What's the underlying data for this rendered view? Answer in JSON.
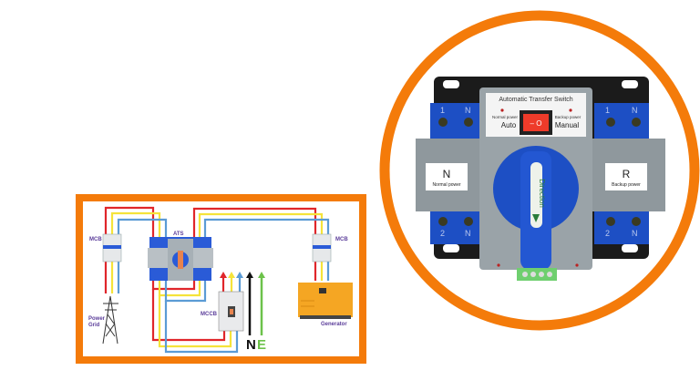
{
  "diagram": {
    "mcb_left_label": "MCB",
    "mcb_right_label": "MCB",
    "ats_label": "ATS",
    "mccb_label": "MCCB",
    "power_grid_label": [
      "Power",
      "Grid"
    ],
    "generator_label": "Generator",
    "neutral_label": "N",
    "earth_label": "E"
  },
  "product": {
    "title": "Automatic Transfer Switch",
    "normal_power_small": "Normal power",
    "auto_label": "Auto",
    "backup_power_small": "Backup power",
    "manual_label": "Manual",
    "switch_glyph": "– O",
    "left_panel_letter": "N",
    "left_panel_caption": "Normal power",
    "right_panel_letter": "R",
    "right_panel_caption": "Backup power",
    "knob_label": "Direction",
    "terminals_top": [
      "1",
      "N",
      "1",
      "N"
    ],
    "terminals_bottom": [
      "2",
      "N",
      "2",
      "N"
    ]
  },
  "colors": {
    "orange": "#f47b0a",
    "red": "#e0262b",
    "yellow": "#f5e33a",
    "blue": "#5b9bd5",
    "black": "#111111",
    "green": "#6cc24a",
    "ats_blue": "#1d4fc4",
    "ats_grey": "#9aa3a8"
  }
}
